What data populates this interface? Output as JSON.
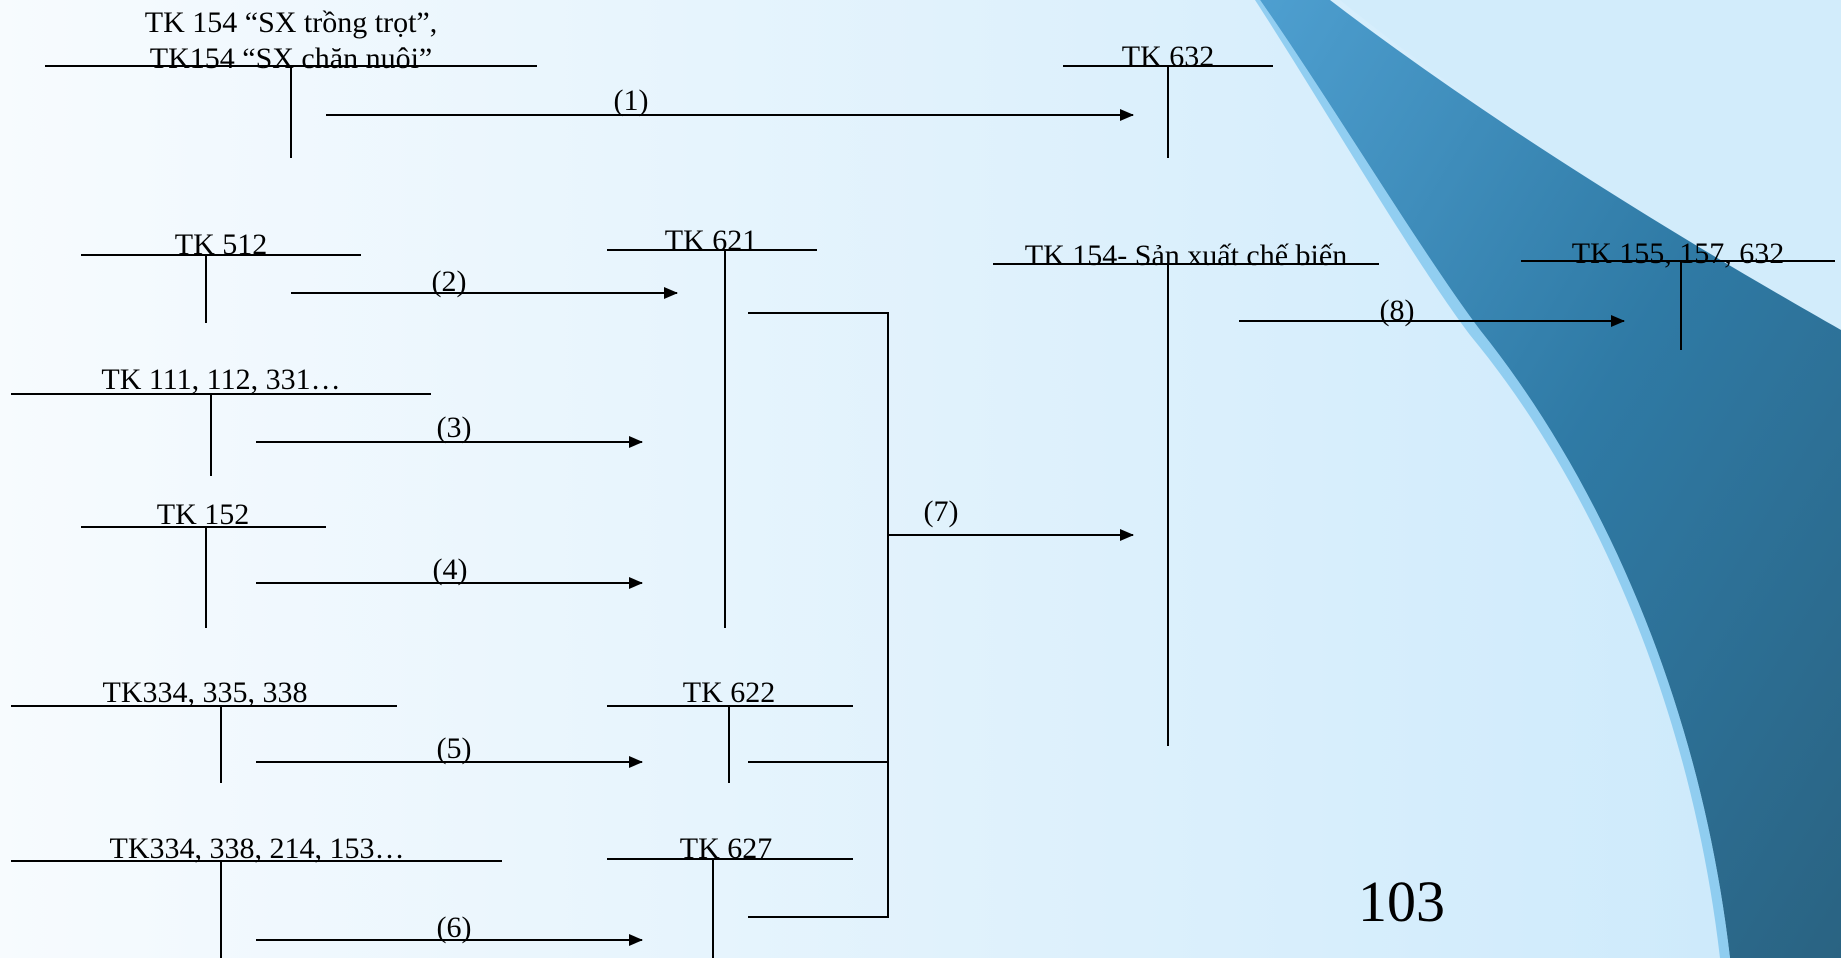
{
  "accounts": [
    {
      "id": "tk154_sx",
      "lines": [
        "TK 154 “SX trồng trọt”,",
        "TK154 “SX chăn nuôi”"
      ]
    },
    {
      "id": "tk632",
      "lines": [
        "TK 632"
      ]
    },
    {
      "id": "tk512",
      "lines": [
        "TK 512"
      ]
    },
    {
      "id": "tk621",
      "lines": [
        "TK 621"
      ]
    },
    {
      "id": "tk154_cb",
      "lines": [
        "TK 154- Sản xuất chế biến"
      ]
    },
    {
      "id": "tk155",
      "lines": [
        "TK 155, 157, 632"
      ]
    },
    {
      "id": "tk111",
      "lines": [
        "TK 111, 112, 331…"
      ]
    },
    {
      "id": "tk152",
      "lines": [
        "TK 152"
      ]
    },
    {
      "id": "tk334a",
      "lines": [
        "TK334, 335, 338"
      ]
    },
    {
      "id": "tk622",
      "lines": [
        "TK 622"
      ]
    },
    {
      "id": "tk334b",
      "lines": [
        "TK334, 338, 214, 153…"
      ]
    },
    {
      "id": "tk627",
      "lines": [
        "TK 627"
      ]
    }
  ],
  "flows": [
    {
      "id": "f1",
      "label": "(1)"
    },
    {
      "id": "f2",
      "label": "(2)"
    },
    {
      "id": "f3",
      "label": "(3)"
    },
    {
      "id": "f4",
      "label": "(4)"
    },
    {
      "id": "f5",
      "label": "(5)"
    },
    {
      "id": "f6",
      "label": "(6)"
    },
    {
      "id": "f7",
      "label": "(7)"
    },
    {
      "id": "f8",
      "label": "(8)"
    }
  ],
  "page_number": "103",
  "colors": {
    "background_light": "#f6fbfe",
    "background_blue": "#cdeafb",
    "swoosh_light": "#5fb6e6",
    "swoosh_dark": "#2f6f92",
    "line": "#000000"
  }
}
